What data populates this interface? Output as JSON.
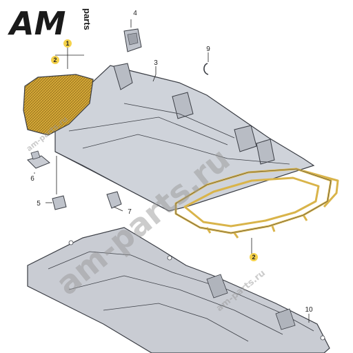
{
  "logo": {
    "letters": "AM",
    "side_text": "parts"
  },
  "watermark": {
    "text_main": "am-parts.ru",
    "text_small_left": "am-parts.ru",
    "text_small_right": "am-parts.ru"
  },
  "callouts": {
    "c1": "1",
    "c2_top": "2",
    "c2_bottom": "2",
    "c3": "3",
    "c4": "4",
    "c5": "5",
    "c6": "6",
    "c7": "7",
    "c9": "9",
    "c10": "10"
  },
  "colors": {
    "seat_fill": "#cfd3da",
    "seat_stroke": "#3a3d44",
    "pad_fill": "#d7aa38",
    "frame_wire": "#d9b44a",
    "badge": "#f5d24a",
    "tray_fill": "#c9ccd3",
    "watermark": "#9a9a9a"
  }
}
